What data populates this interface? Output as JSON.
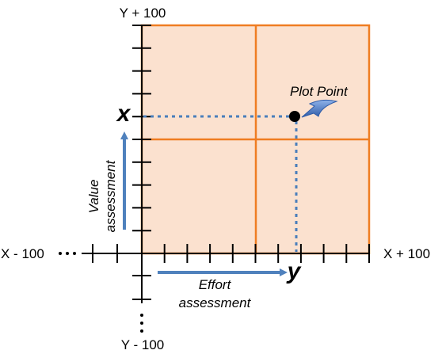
{
  "axis_labels": {
    "y_top": "Y + 100",
    "y_bottom": "Y - 100",
    "x_left": "X - 100",
    "x_right": "X + 100"
  },
  "vertical_axis": {
    "label_line1": "Value",
    "label_line2": "assessment",
    "variable": "x"
  },
  "horizontal_axis": {
    "label_line1": "Effort",
    "label_line2": "assessment",
    "variable": "y"
  },
  "plot_point": {
    "label": "Plot Point"
  },
  "colors": {
    "grid_fill": "#fbe1cf",
    "grid_line": "#ef7d22",
    "axis": "#000000",
    "arrow": "#4f81bd",
    "dashed": "#4a7ebb",
    "callout": "#3f6fc6"
  }
}
